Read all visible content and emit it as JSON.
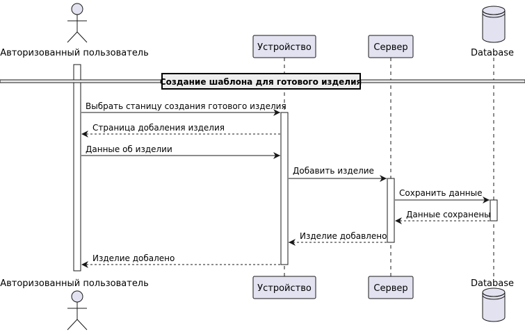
{
  "divider": {
    "title": "Создание шаблона для готового изделия"
  },
  "participants": [
    {
      "id": "user",
      "label": "Авторизованный пользователь",
      "kind": "actor"
    },
    {
      "id": "device",
      "label": "Устройство",
      "kind": "participant"
    },
    {
      "id": "server",
      "label": "Сервер",
      "kind": "participant"
    },
    {
      "id": "db",
      "label": "Database",
      "kind": "database"
    }
  ],
  "messages": [
    {
      "from": "user",
      "to": "device",
      "text": "Выбрать станицу создания готового изделия",
      "style": "solid"
    },
    {
      "from": "device",
      "to": "user",
      "text": "Страница добаления изделия",
      "style": "dashed"
    },
    {
      "from": "user",
      "to": "device",
      "text": "Данные об изделии",
      "style": "solid"
    },
    {
      "from": "device",
      "to": "server",
      "text": "Добавить изделие",
      "style": "solid"
    },
    {
      "from": "server",
      "to": "db",
      "text": "Сохранить данные",
      "style": "solid"
    },
    {
      "from": "db",
      "to": "server",
      "text": "Данные сохранены",
      "style": "dashed"
    },
    {
      "from": "server",
      "to": "device",
      "text": "Изделие добавлено",
      "style": "dashed"
    },
    {
      "from": "device",
      "to": "user",
      "text": "Изделие добалено",
      "style": "dashed"
    }
  ],
  "colors": {
    "participant_fill": "#e2e2f0",
    "participant_stroke": "#181818",
    "line": "#181818",
    "lifeline": "#181818"
  }
}
